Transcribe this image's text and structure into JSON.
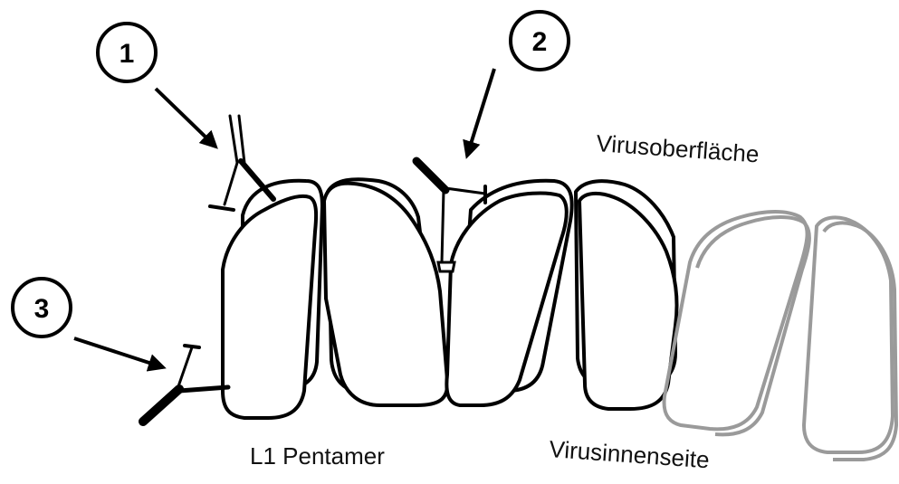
{
  "labels": {
    "surface": "Virusoberfläche",
    "inner": "Virusinnenseite",
    "pentamer": "L1 Pentamer"
  },
  "markers": [
    "1",
    "2",
    "3"
  ],
  "colors": {
    "outline": "#000000",
    "faded_outline": "#9a9a9a",
    "background": "#ffffff"
  }
}
